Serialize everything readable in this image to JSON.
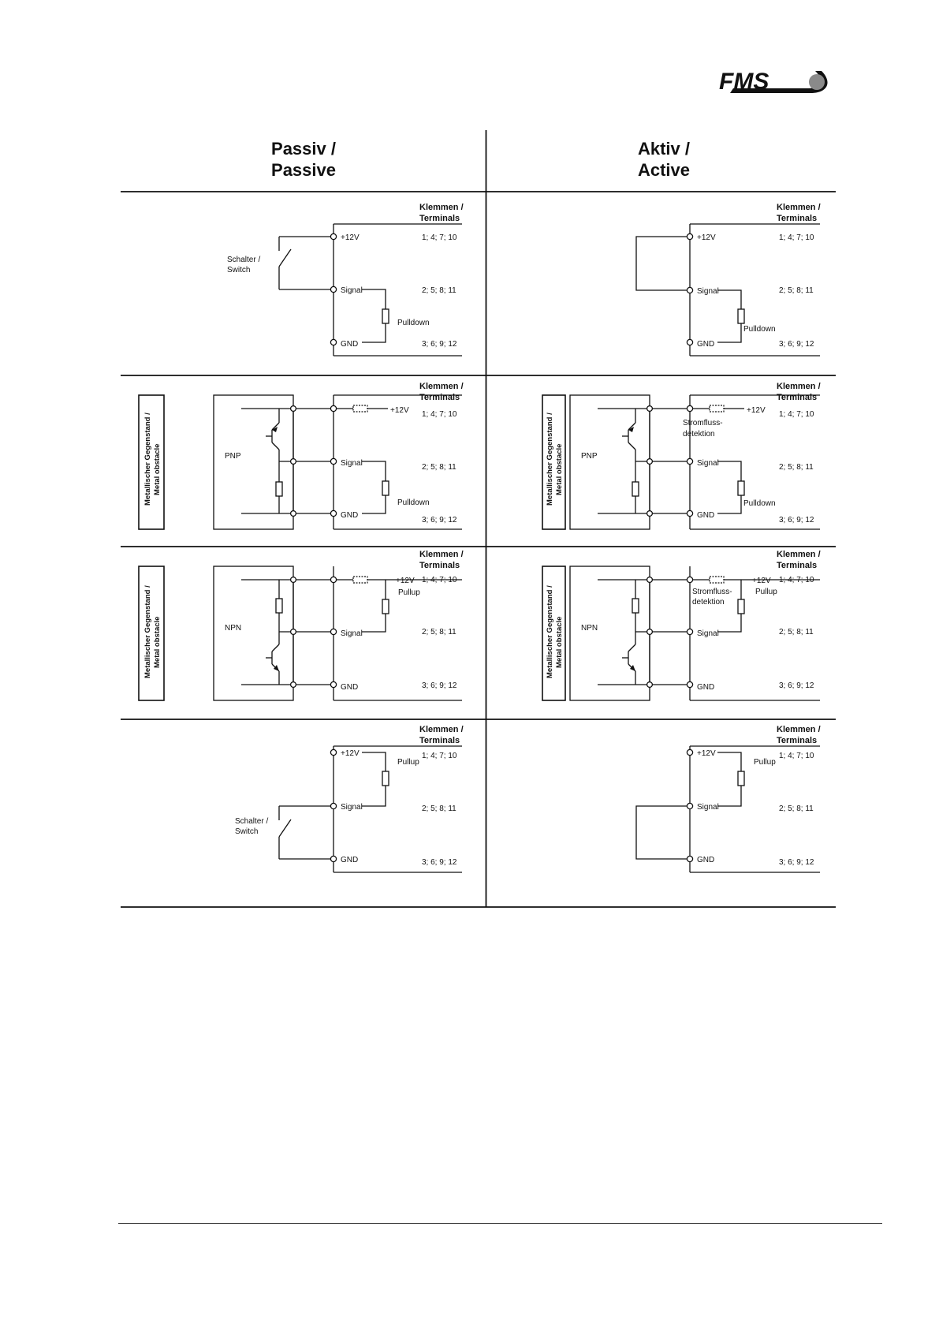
{
  "brand": {
    "logo_text": "FMS",
    "logo_color": "#111111",
    "logo_dot_color": "#8a8a8a"
  },
  "headers": {
    "left": {
      "line1": "Passiv /",
      "line2": "Passive"
    },
    "right": {
      "line1": "Aktiv /",
      "line2": "Active"
    }
  },
  "labels": {
    "terminals_l1": "Klemmen /",
    "terminals_l2": "Terminals",
    "plus12v": "+12V",
    "signal": "Signal",
    "gnd": "GND",
    "pins_12v": "1; 4; 7; 10",
    "pins_signal": "2; 5; 8; 11",
    "pins_gnd": "3; 6; 9; 12",
    "pulldown": "Pulldown",
    "pullup": "Pullup",
    "switch_l1": "Schalter /",
    "switch_l2": "Switch",
    "pnp": "PNP",
    "npn": "NPN",
    "current_l1": "Stromfluss-",
    "current_l2": "detektion",
    "obstacle_l1": "Metallischer Gegenstand /",
    "obstacle_l2": "Metal obstacle"
  }
}
